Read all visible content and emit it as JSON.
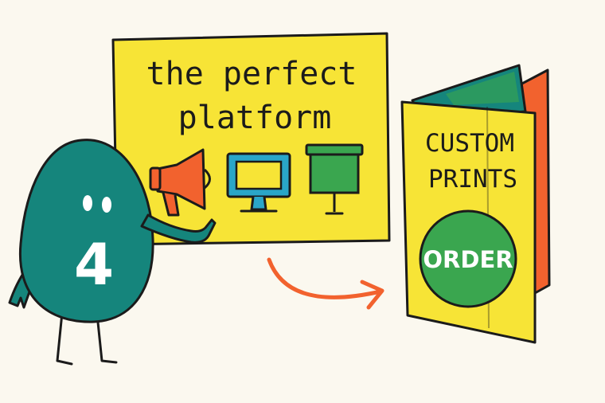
{
  "board": {
    "title_line1": "the perfect",
    "title_line2": "platform",
    "icons": [
      "megaphone-icon",
      "monitor-icon",
      "projector-screen-icon"
    ]
  },
  "mascot": {
    "number": "4"
  },
  "brochure": {
    "heading_line1": "CUSTOM",
    "heading_line2": "PRINTS",
    "button_label": "ORDER"
  },
  "colors": {
    "background": "#fbf8ef",
    "yellow": "#f7e436",
    "teal": "#15857c",
    "orange": "#f2622e",
    "green": "#3aa64f",
    "blue": "#2aa6c8",
    "outline": "#1b1b1b"
  }
}
